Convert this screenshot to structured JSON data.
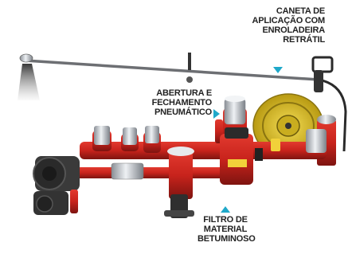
{
  "callouts": {
    "caneta": {
      "lines": [
        "CANETA DE",
        "APLICAÇÃO COM",
        "ENROLADEIRA",
        "RETRÁTIL"
      ]
    },
    "abertura": {
      "lines": [
        "ABERTURA E",
        "FECHAMENTO",
        "PNEUMÁTICO"
      ]
    },
    "filtro": {
      "lines": [
        "FILTRO DE",
        "MATERIAL",
        "BETUMINOSO"
      ]
    }
  },
  "colors": {
    "pipe_red": "#c8231c",
    "reel_yellow": "#e2c62b",
    "arrow_cyan": "#1fa8c9",
    "wand_grey": "#6d6f73"
  },
  "icons": [
    "spray-nozzle-icon",
    "hose-reel-icon",
    "pneumatic-valve-icon",
    "filter-icon",
    "pump-motor-icon"
  ]
}
